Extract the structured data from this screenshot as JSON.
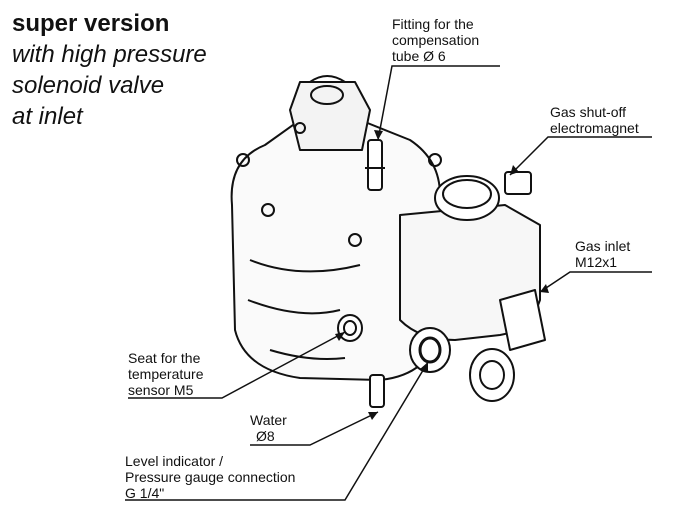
{
  "title": {
    "line1": "super version",
    "line2": "with high pressure",
    "line3": "solenoid valve",
    "line4": "at inlet"
  },
  "labels": {
    "fitting": [
      "Fitting for the",
      "compensation",
      "tube Ø 6"
    ],
    "electromagnet": [
      "Gas shut-off",
      "electromagnet"
    ],
    "gas_inlet": [
      "Gas inlet",
      "M12x1"
    ],
    "temp_seat": [
      "Seat for the",
      "temperature",
      "sensor M5"
    ],
    "water": [
      "Water",
      "Ø8"
    ],
    "level": [
      "Level indicator /",
      "Pressure gauge connection",
      "G 1/4\""
    ]
  },
  "colors": {
    "ink": "#111111",
    "background": "#ffffff"
  }
}
